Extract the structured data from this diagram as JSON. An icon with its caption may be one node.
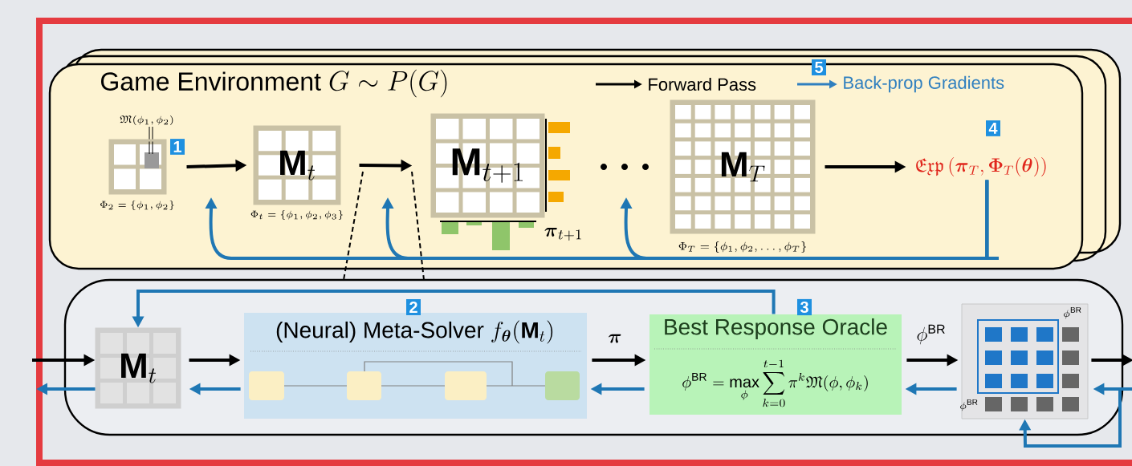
{
  "diagram": {
    "nodes": [
      {
        "text": [
          "Game Environment",
          "G \\sim P(G)"
        ]
      },
      {
        "text": [],
        "shape": "box",
        "in": 0,
        "beside": [
          "\\mathfrak{M}(\\phi_1,\\phi_2)",
          "\\Phi_2 = \\{\\phi_1,\\phi_2\\}"
        ]
      },
      {
        "text": [
          "\\mathbf{M}_t"
        ],
        "in": 0,
        "beside": [
          "\\Phi_t = \\{\\phi_1,\\phi_2,\\phi_3\\}"
        ]
      },
      {
        "text": [
          "\\mathbf{M}_{t+1}"
        ],
        "in": 0,
        "beside": [
          "\\boldsymbol{\\pi}_{t+1}"
        ]
      },
      {
        "text": [
          "\\mathbf{M}_T"
        ],
        "in": 0,
        "beside": [
          "\\Phi_T = \\{\\phi_1,\\phi_2,\\ldots,\\phi_T\\}"
        ]
      },
      {
        "text": [
          "\\mathfrak{Exp}\\left(\\boldsymbol{\\pi}_T,\\boldsymbol{\\Phi}_T(\\boldsymbol{\\theta})\\right)"
        ],
        "in": 0
      },
      {
        "text": [],
        "shape": "box"
      },
      {
        "text": [
          "\\mathbf{M}_t"
        ],
        "in": 6
      },
      {
        "text": [
          "(Neural) Meta-Solver",
          "f_{\\boldsymbol{\\theta}}(\\mathbf{M}_t)"
        ],
        "in": 6
      },
      {
        "text": [
          "Best Response Oracle",
          "\\phi^{\\mathrm{BR}} = \\max_{\\phi} \\sum_{k=0}^{t-1} \\pi^k \\mathfrak{M}(\\phi,\\phi_k)"
        ],
        "in": 6
      },
      {
        "text": [
          "\\phi^{\\mathrm{BR}}",
          "\\phi^{\\mathrm{BR}}"
        ],
        "in": 6
      }
    ],
    "edges": [
      {
        "from": 1,
        "to": 2,
        "arrow": "to",
        "color": "#000000"
      },
      {
        "from": 2,
        "to": 3,
        "arrow": "to",
        "color": "#000000"
      },
      {
        "from": 4,
        "to": 5,
        "arrow": "to",
        "color": "#000000"
      },
      {
        "from": 5,
        "to": null,
        "arrow": "to",
        "color": "#1f77b4"
      },
      {
        "from": 5,
        "to": null,
        "arrow": "to",
        "color": "#1f77b4"
      },
      {
        "from": 5,
        "to": null,
        "arrow": "to",
        "color": "#1f77b4"
      },
      {
        "from": null,
        "to": 7,
        "arrow": "to",
        "color": "#000000"
      },
      {
        "from": 7,
        "to": 8,
        "arrow": "to",
        "color": "#000000"
      },
      {
        "from": 8,
        "to": 9,
        "arrow": "to",
        "label": "\\boldsymbol{\\pi}",
        "color": "#000000"
      },
      {
        "from": 9,
        "to": 10,
        "arrow": "to",
        "label": "\\phi^{\\mathrm{BR}}",
        "color": "#000000"
      },
      {
        "from": 10,
        "to": null,
        "arrow": "to",
        "color": "#000000"
      },
      {
        "from": 8,
        "to": 7,
        "arrow": "to",
        "color": "#1f77b4"
      },
      {
        "from": 7,
        "to": null,
        "arrow": "to",
        "color": "#1f77b4"
      },
      {
        "from": 9,
        "to": 8,
        "arrow": "to",
        "color": "#1f77b4"
      },
      {
        "from": 10,
        "to": 9,
        "arrow": "to",
        "color": "#1f77b4"
      },
      {
        "from": null,
        "to": 10,
        "arrow": "to",
        "color": "#1f77b4"
      },
      {
        "from": null,
        "to": 10,
        "arrow": "to",
        "color": "#1f77b4"
      },
      {
        "from": 9,
        "to": 7,
        "arrow": "to",
        "color": "#1f77b4"
      }
    ],
    "labels": [
      "5",
      "4",
      "1",
      "2",
      "3"
    ],
    "legend": [
      {
        "text": "Forward Pass"
      },
      {
        "text": "Back-prop Gradients"
      }
    ]
  }
}
